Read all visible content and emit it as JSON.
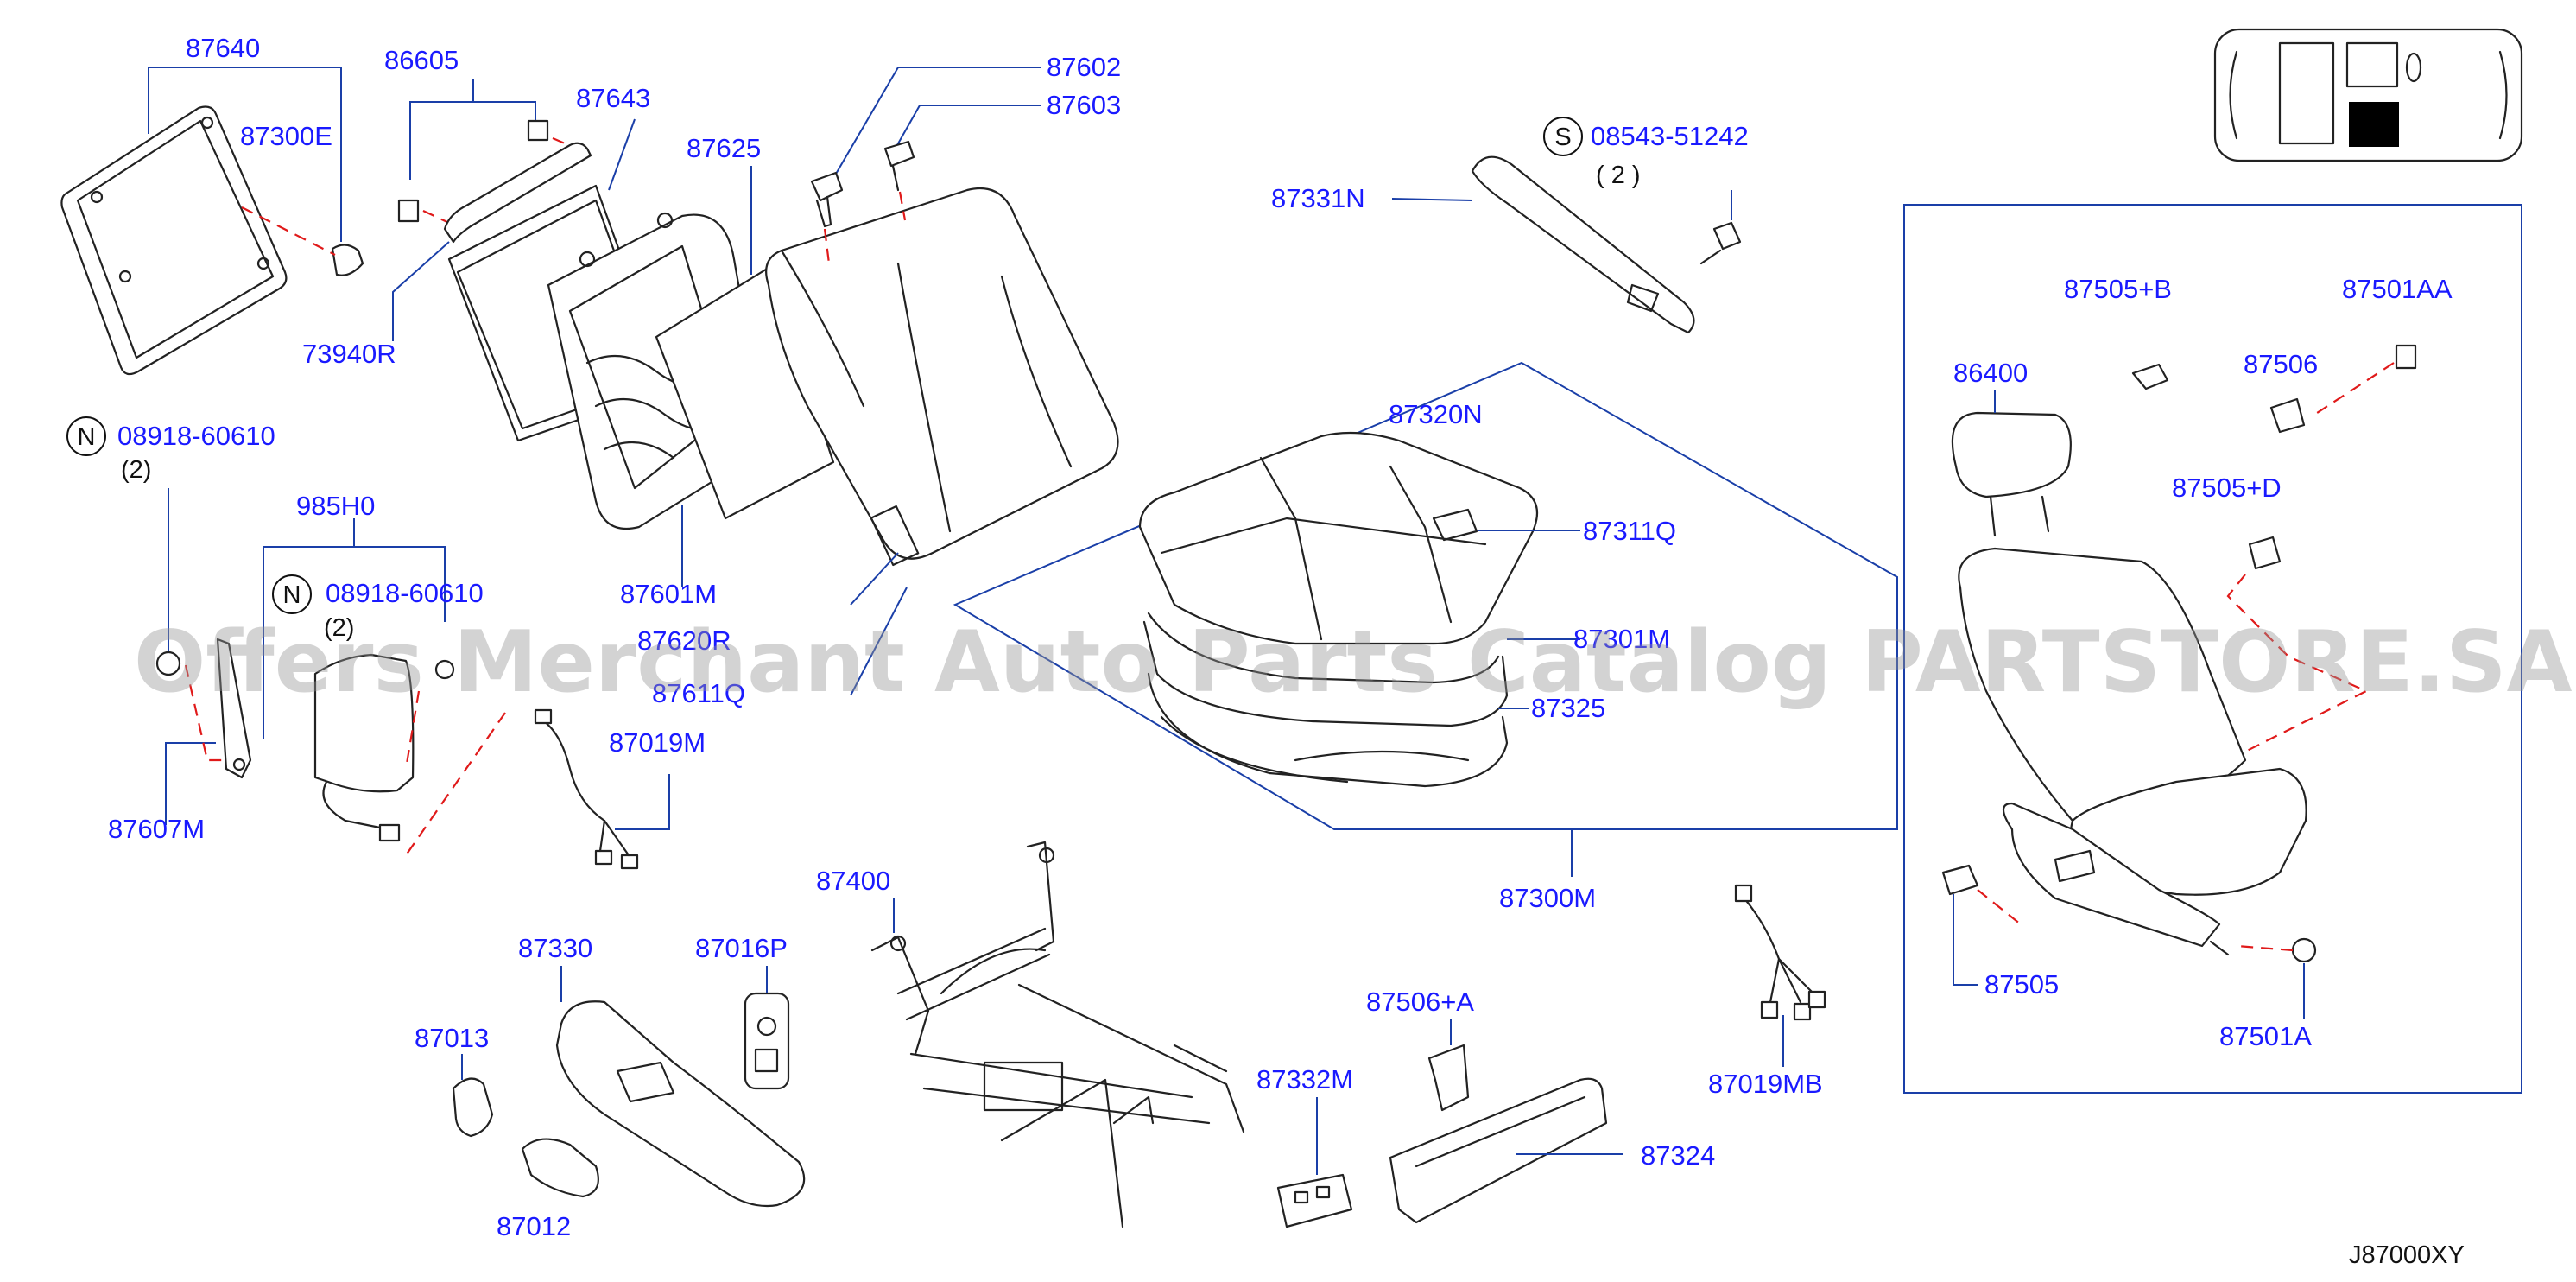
{
  "diagram_code": "J87000XY",
  "watermark": "Offers Merchant Auto Parts Catalog PARTSTORE.SA",
  "part_labels": {
    "p87640": "87640",
    "p87300E": "87300E",
    "p86605": "86605",
    "p87643": "87643",
    "p73940R": "73940R",
    "p87625": "87625",
    "p87602": "87602",
    "p87603": "87603",
    "p87331N": "87331N",
    "p08543_51242": "08543-51242",
    "q08543": "( 2 )",
    "s_symbol": "S",
    "p87601M": "87601M",
    "p87620R": "87620R",
    "p87611Q": "87611Q",
    "p87320N": "87320N",
    "p87311Q": "87311Q",
    "p87301M": "87301M",
    "p87325": "87325",
    "p87300M": "87300M",
    "n1_symbol": "N",
    "p08918_60610_a": "08918-60610",
    "q08918_a": "(2)",
    "p985H0": "985H0",
    "n2_symbol": "N",
    "p08918_60610_b": "08918-60610",
    "q08918_b": "(2)",
    "p87019M": "87019M",
    "p87607M": "87607M",
    "p87400": "87400",
    "p87330": "87330",
    "p87016P": "87016P",
    "p87013": "87013",
    "p87012": "87012",
    "p87506A": "87506+A",
    "p87332M": "87332M",
    "p87324": "87324",
    "p87019MB": "87019MB",
    "p86400": "86400",
    "p87505B": "87505+B",
    "p87501AA": "87501AA",
    "p87506": "87506",
    "p87505D": "87505+D",
    "p87505": "87505",
    "p87501A": "87501A"
  }
}
